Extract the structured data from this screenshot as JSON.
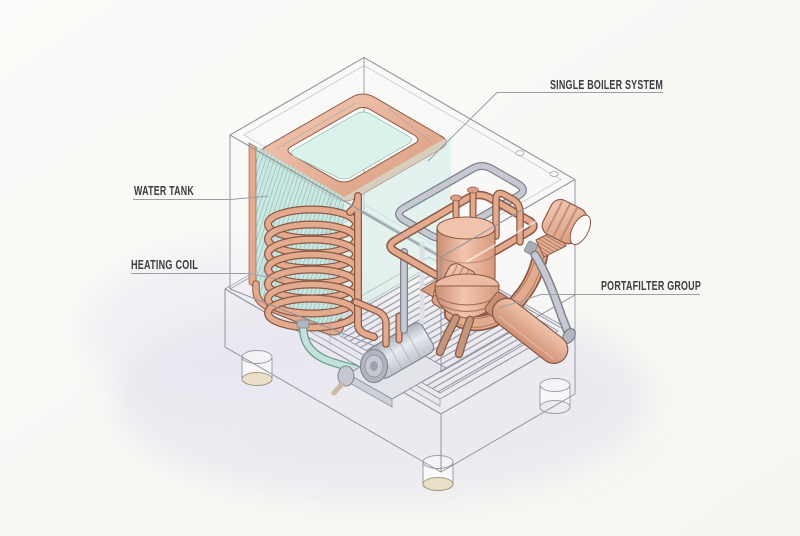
{
  "diagram": {
    "subject": "Espresso machine isometric cutaway illustration",
    "labels": {
      "single_boiler_system": "SINGLE BOILER SYSTEM",
      "water_tank": "WATER TANK",
      "heating_coil": "HEATING COIL",
      "portafilter_group": "PORTAFILTER GROUP"
    },
    "colors": {
      "background": "#faf9f6",
      "copper": "#e3aa8d",
      "copper_light": "#f4cbb6",
      "copper_dark": "#8a5846",
      "water_teal": "#cdeae3",
      "water_teal_light": "#dbf1eb",
      "metal_gray": "#c6c9d2",
      "glass_edge": "#8f94a0",
      "label_text": "#3b3d42",
      "leader_line": "#9b9ea6",
      "shadow": "#e3e1ec"
    }
  }
}
